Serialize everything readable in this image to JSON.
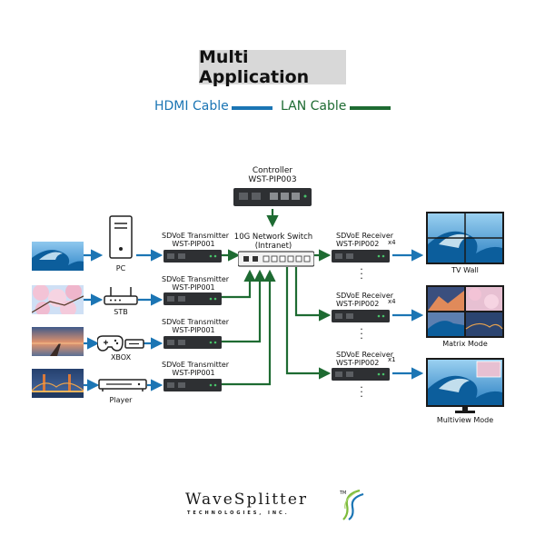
{
  "title": "Multi Application",
  "legend": {
    "hdmi_label": "HDMI Cable",
    "lan_label": "LAN Cable",
    "hdmi_color": "#1b75b4",
    "lan_color": "#1e6b32"
  },
  "controller": {
    "name": "Controller",
    "model": "WST-PIP003"
  },
  "switch": {
    "name": "10G Network Switch",
    "sub": "(Intranet)"
  },
  "sources": [
    {
      "device": "PC",
      "device_icon": "pc-tower-icon",
      "image": "ocean-wave-image"
    },
    {
      "device": "STB",
      "device_icon": "router-icon",
      "image": "cherry-blossom-image"
    },
    {
      "device": "XBOX",
      "device_icon": "gamepad-icon",
      "image": "sunset-pier-image"
    },
    {
      "device": "Player",
      "device_icon": "media-player-icon",
      "image": "bridge-night-image"
    }
  ],
  "transmitters": [
    {
      "name": "SDVoE Transmitter",
      "model": "WST-PIP001"
    },
    {
      "name": "SDVoE Transmitter",
      "model": "WST-PIP001"
    },
    {
      "name": "SDVoE Transmitter",
      "model": "WST-PIP001"
    },
    {
      "name": "SDVoE Transmitter",
      "model": "WST-PIP001"
    }
  ],
  "receivers": [
    {
      "name": "SDVoE Receiver",
      "model": "WST-PIP002",
      "qty": "x4"
    },
    {
      "name": "SDVoE Receiver",
      "model": "WST-PIP002",
      "qty": "x4"
    },
    {
      "name": "SDVoE Receiver",
      "model": "WST-PIP002",
      "qty": "x1"
    }
  ],
  "displays": [
    {
      "label": "TV Wall"
    },
    {
      "label": "Matrix Mode"
    },
    {
      "label": "Multiview Mode"
    }
  ],
  "logo": {
    "name": "WaveSplitter",
    "tm": "TM",
    "sub": "TECHNOLOGIES, INC."
  }
}
